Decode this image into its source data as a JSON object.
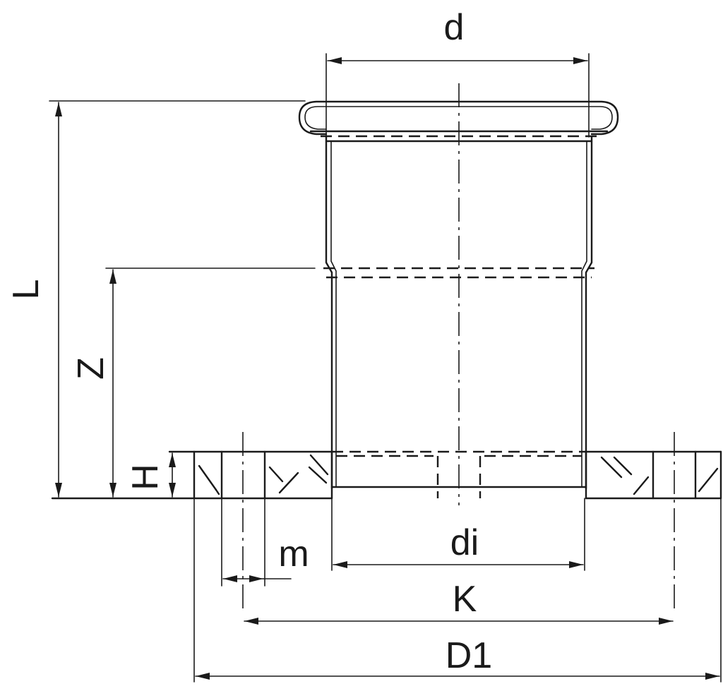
{
  "labels": {
    "d": "d",
    "L": "L",
    "Z": "Z",
    "H": "H",
    "m": "m",
    "di": "di",
    "K": "K",
    "D1": "D1"
  },
  "colors": {
    "line": "#1a1a1a",
    "background": "#ffffff"
  }
}
